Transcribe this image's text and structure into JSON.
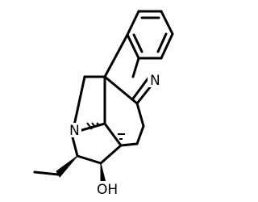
{
  "molecule": {
    "atom_labels": {
      "ring_nitrogen": "N",
      "amine_nitrogen": "N",
      "hydroxyl": "OH"
    },
    "colors": {
      "bond": "#000000",
      "background": "#ffffff"
    }
  }
}
